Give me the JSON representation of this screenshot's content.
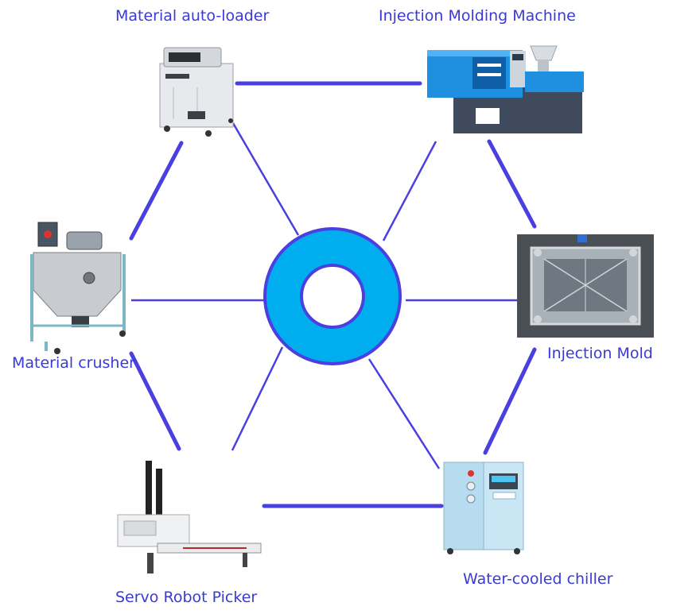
{
  "diagram": {
    "line_color": "#4a3fe0",
    "hub_fill": "#00aeef",
    "hub_stroke": "#4a3fe0",
    "nodes": [
      {
        "id": "loader",
        "label": "Material auto-loader",
        "icon": "auto-loader-machine"
      },
      {
        "id": "imm",
        "label": "Injection Molding Machine",
        "icon": "injection-molding-machine"
      },
      {
        "id": "mold",
        "label": "Injection Mold",
        "icon": "injection-mold"
      },
      {
        "id": "chiller",
        "label": "Water-cooled chiller",
        "icon": "water-chiller-cabinet"
      },
      {
        "id": "robot",
        "label": "Servo Robot Picker",
        "icon": "servo-robot-arm"
      },
      {
        "id": "crusher",
        "label": "Material crusher",
        "icon": "crusher-hopper"
      }
    ]
  }
}
